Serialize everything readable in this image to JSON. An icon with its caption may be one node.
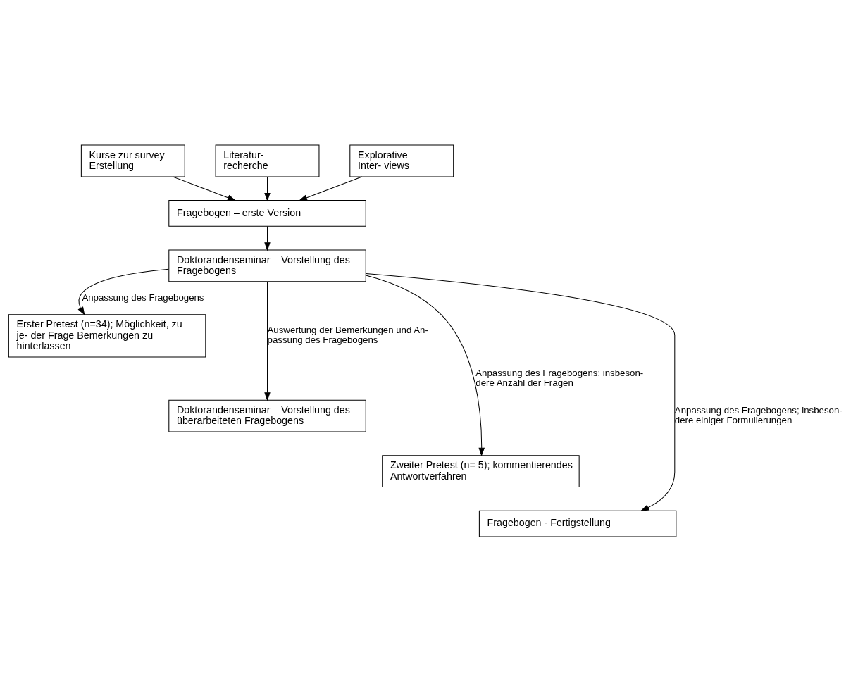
{
  "diagram": {
    "nodes": [
      {
        "text": [
          "Kurse zur survey Erstellung"
        ]
      },
      {
        "text": [
          "Literatur- recherche"
        ]
      },
      {
        "text": [
          "Explorative Inter- views"
        ]
      },
      {
        "text": [
          "Fragebogen – erste Version"
        ]
      },
      {
        "text": [
          "Doktorandenseminar – Vorstellung des Fragebogens"
        ]
      },
      {
        "text": [
          "Erster Pretest (n=34); Möglichkeit, zu je- der Frage Bemerkungen zu hinterlassen"
        ]
      },
      {
        "text": [
          "Doktorandenseminar – Vorstellung des überarbeiteten Fragebogens"
        ]
      },
      {
        "text": [
          "Zweiter Pretest (n= 5); kommentierendes Antwortverfahren"
        ]
      },
      {
        "text": [
          "Fragebogen - Fertigstellung"
        ]
      }
    ],
    "edges": [
      {
        "from": 0,
        "to": 3,
        "arrow": "to"
      },
      {
        "from": 1,
        "to": 3,
        "arrow": "to"
      },
      {
        "from": 2,
        "to": 3,
        "arrow": "to"
      },
      {
        "from": 3,
        "to": 4,
        "arrow": "to"
      },
      {
        "from": 4,
        "to": 5,
        "arrow": "to",
        "label": "Anpassung des Fragebogens"
      },
      {
        "from": 4,
        "to": 6,
        "arrow": "to",
        "label": "Auswertung der Bemerkungen und An- passung des Fragebogens"
      },
      {
        "from": 4,
        "to": 7,
        "arrow": "to",
        "label": "Anpassung des Fragebogens; insbeson- dere Anzahl der Fragen"
      },
      {
        "from": 4,
        "to": 8,
        "arrow": "to",
        "label": "Anpassung des Fragebogens; insbeson- dere einiger Formulierungen"
      }
    ]
  }
}
